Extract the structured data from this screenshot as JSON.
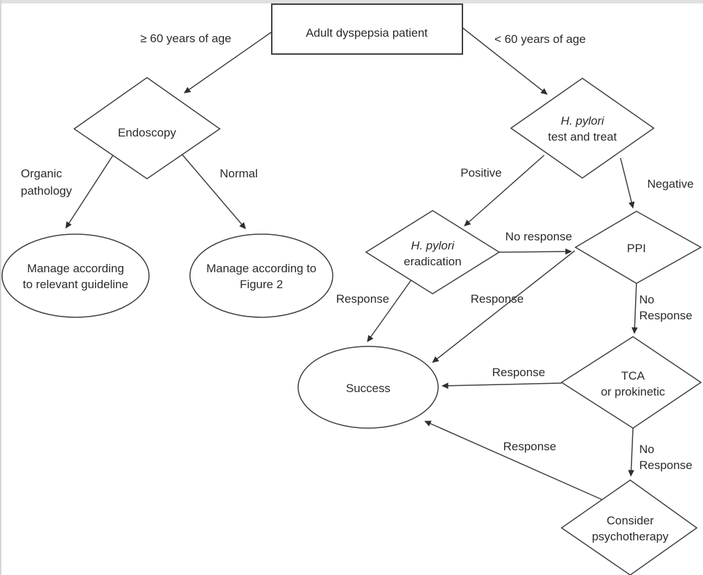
{
  "colors": {
    "background": "#ffffff",
    "top_strip": "#e0e0e0",
    "stroke": "#3d3d3d",
    "text": "#2b2b2b"
  },
  "nodes": {
    "start": {
      "label": "Adult dyspepsia patient"
    },
    "endoscopy": {
      "label": "Endoscopy"
    },
    "hp_test": {
      "line1": "H. pylori",
      "line2": "test and treat"
    },
    "manage_guideline": {
      "line1": "Manage according",
      "line2": "to relevant guideline"
    },
    "manage_figure2": {
      "line1": "Manage according to",
      "line2": "Figure 2"
    },
    "hp_eradication": {
      "line1": "H. pylori",
      "line2": "eradication"
    },
    "ppi": {
      "label": "PPI"
    },
    "tca": {
      "line1": "TCA",
      "line2": "or prokinetic"
    },
    "psychotherapy": {
      "line1": "Consider",
      "line2": "psychotherapy"
    },
    "success": {
      "label": "Success"
    }
  },
  "edge_labels": {
    "age_ge60": "≥ 60 years of age",
    "age_lt60": "< 60 years of age",
    "organic_line1": "Organic",
    "organic_line2": "pathology",
    "normal": "Normal",
    "positive": "Positive",
    "negative": "Negative",
    "no_response_eradication": "No response",
    "response_eradication": "Response",
    "response_ppi": "Response",
    "no_response_ppi_line1": "No",
    "no_response_ppi_line2": "Response",
    "response_tca": "Response",
    "no_response_tca_line1": "No",
    "no_response_tca_line2": "Response",
    "response_psychotherapy": "Response"
  }
}
